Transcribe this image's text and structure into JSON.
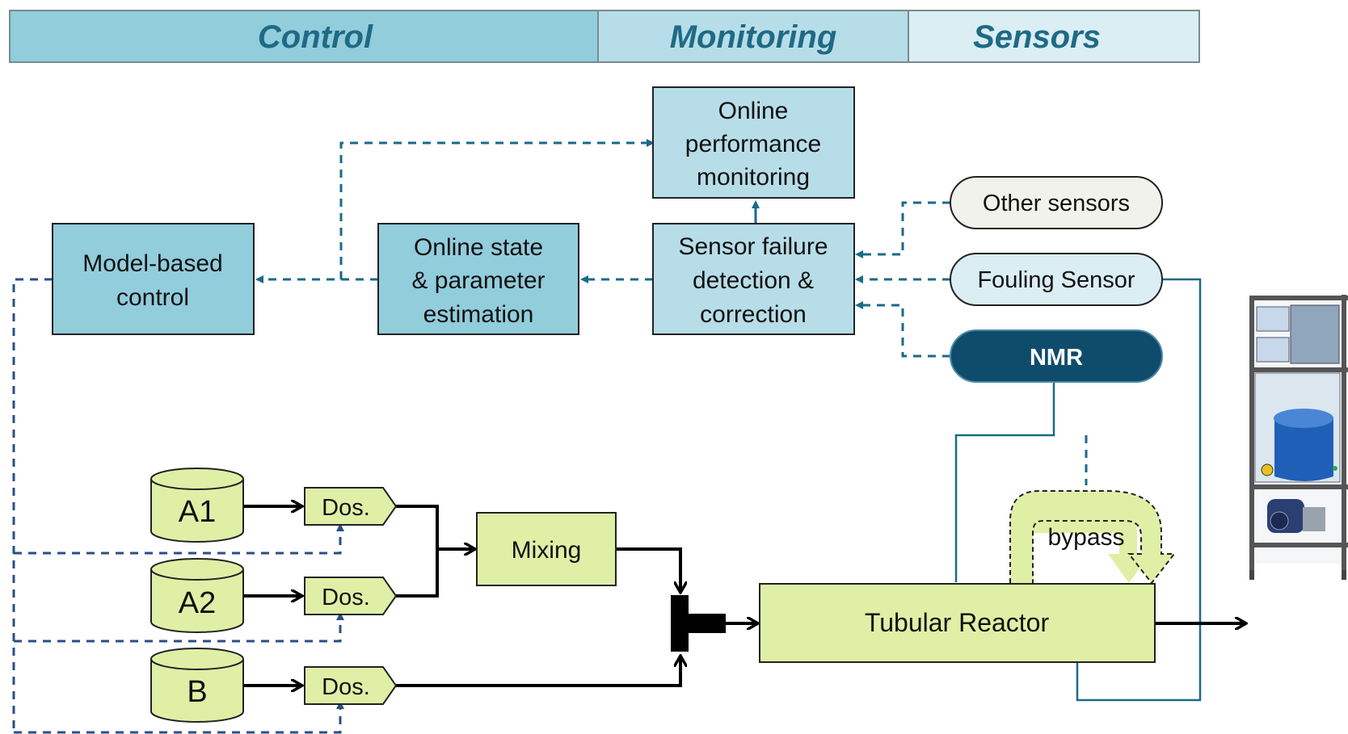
{
  "header": {
    "control": "Control",
    "monitoring": "Monitoring",
    "sensors": "Sensors"
  },
  "blocks": {
    "model_control": [
      "Model-based",
      "control"
    ],
    "state_estimation": [
      "Online state",
      "& parameter",
      "estimation"
    ],
    "performance_monitoring": [
      "Online",
      "performance",
      "monitoring"
    ],
    "sensor_failure": [
      "Sensor failure",
      "detection &",
      "correction"
    ],
    "mixing": "Mixing",
    "reactor": "Tubular Reactor",
    "bypass": "bypass"
  },
  "sensors": {
    "other": "Other sensors",
    "fouling": "Fouling Sensor",
    "nmr": "NMR"
  },
  "tanks": [
    "A1",
    "A2",
    "B"
  ],
  "dosing_label": "Dos.",
  "colors": {
    "header_control": "#92cddc",
    "header_monitoring": "#b7dde8",
    "header_sensors": "#daeef3",
    "header_text": "#1f6a85",
    "block_fill": "#b7dde8",
    "block_fill_dark": "#92cddc",
    "process_fill": "#e0efa6",
    "nmr_fill": "#0f4c6b",
    "signal_line": "#1a6a8a",
    "control_line": "#2a4f85"
  }
}
